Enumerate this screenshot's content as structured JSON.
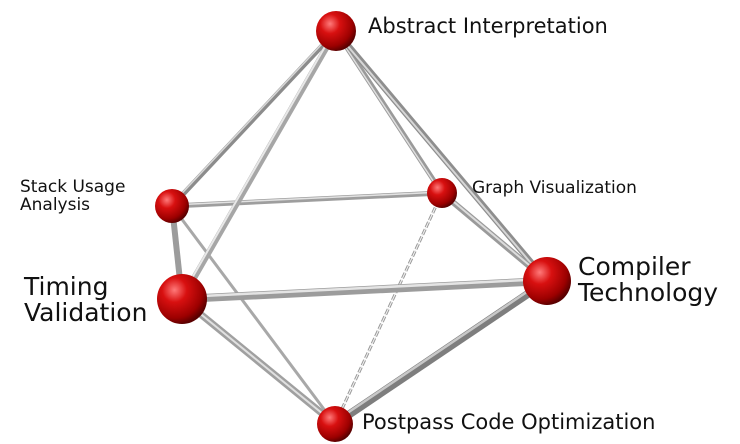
{
  "nodes": {
    "abstract_interpretation": {
      "label": "Abstract Interpretation"
    },
    "stack_usage_analysis": {
      "line1": "Stack Usage",
      "line2": "Analysis"
    },
    "graph_visualization": {
      "label": "Graph Visualization"
    },
    "timing_validation": {
      "line1": "Timing",
      "line2": "Validation"
    },
    "compiler_technology": {
      "line1": "Compiler",
      "line2": "Technology"
    },
    "postpass_code_optimization": {
      "label": "Postpass Code Optimization"
    }
  },
  "colors": {
    "sphere": "#c00000",
    "sphere_highlight": "#ff6a6a",
    "sphere_shadow": "#6a0000",
    "edge": "#b4b4b4",
    "edge_dark": "#6e6e6e",
    "text": "#111111"
  }
}
